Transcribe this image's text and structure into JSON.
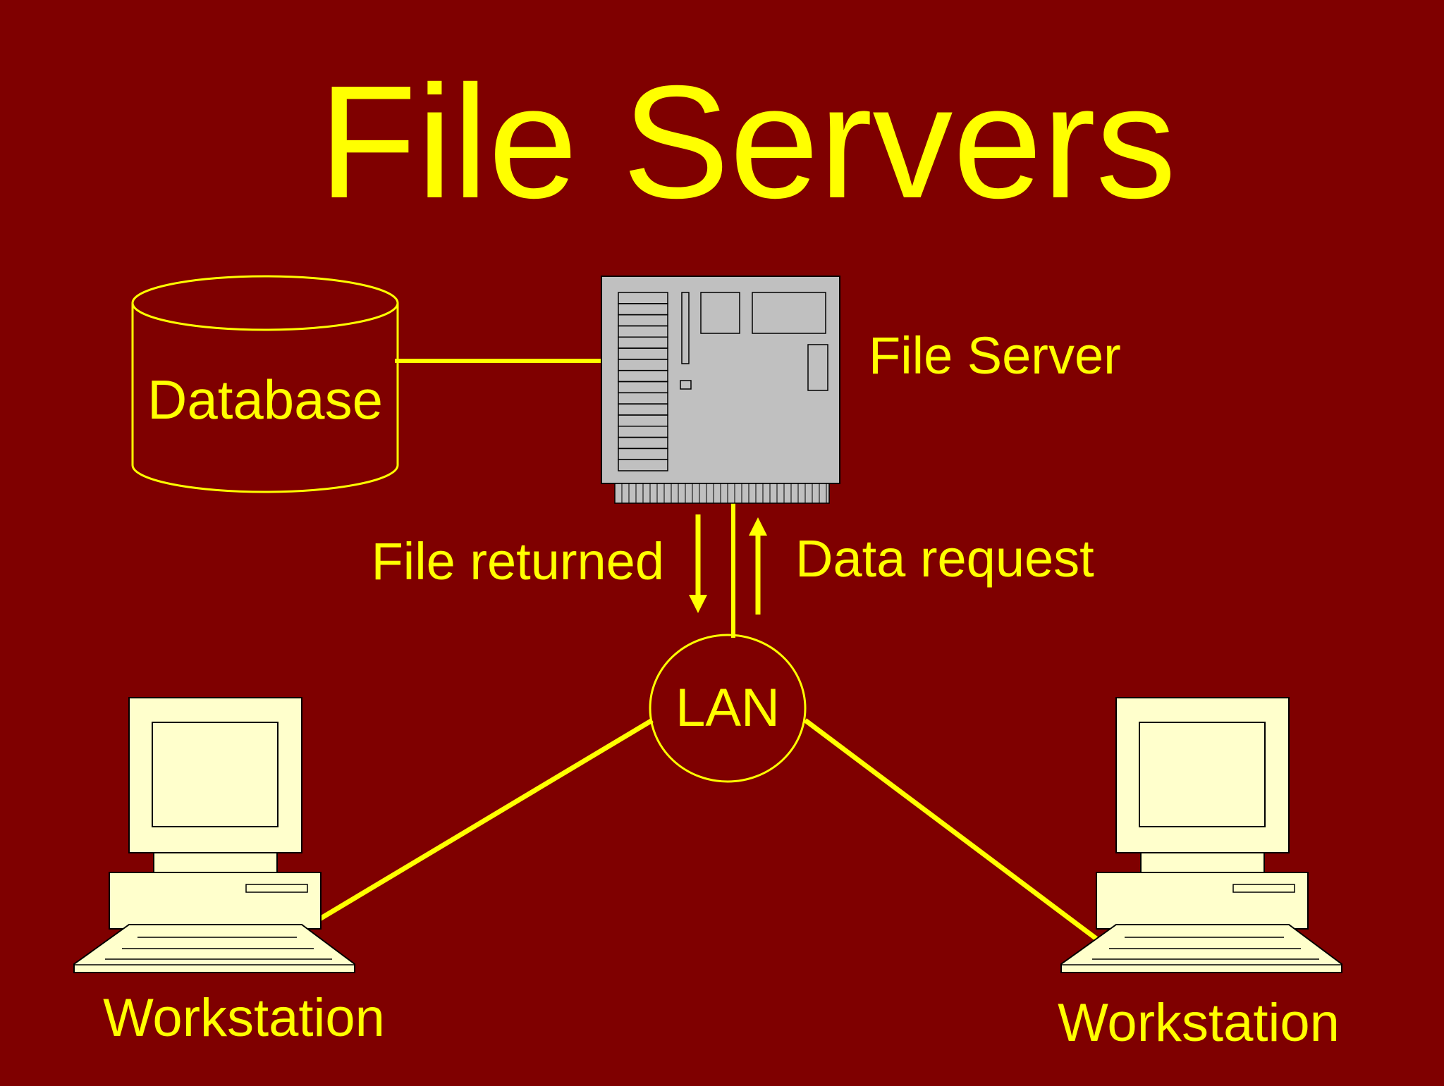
{
  "title": "File Servers",
  "colors": {
    "background": "#7f0000",
    "text": "#ffff00",
    "line": "#ffff00",
    "server_body": "#c0c0c0",
    "workstation_body": "#ffffcc",
    "outline": "#000000"
  },
  "nodes": {
    "database": {
      "label": "Database"
    },
    "file_server": {
      "label": "File Server"
    },
    "lan": {
      "label": "LAN"
    },
    "workstation_left": {
      "label": "Workstation"
    },
    "workstation_right": {
      "label": "Workstation"
    }
  },
  "flows": {
    "down": {
      "label": "File returned"
    },
    "up": {
      "label": "Data request"
    }
  }
}
